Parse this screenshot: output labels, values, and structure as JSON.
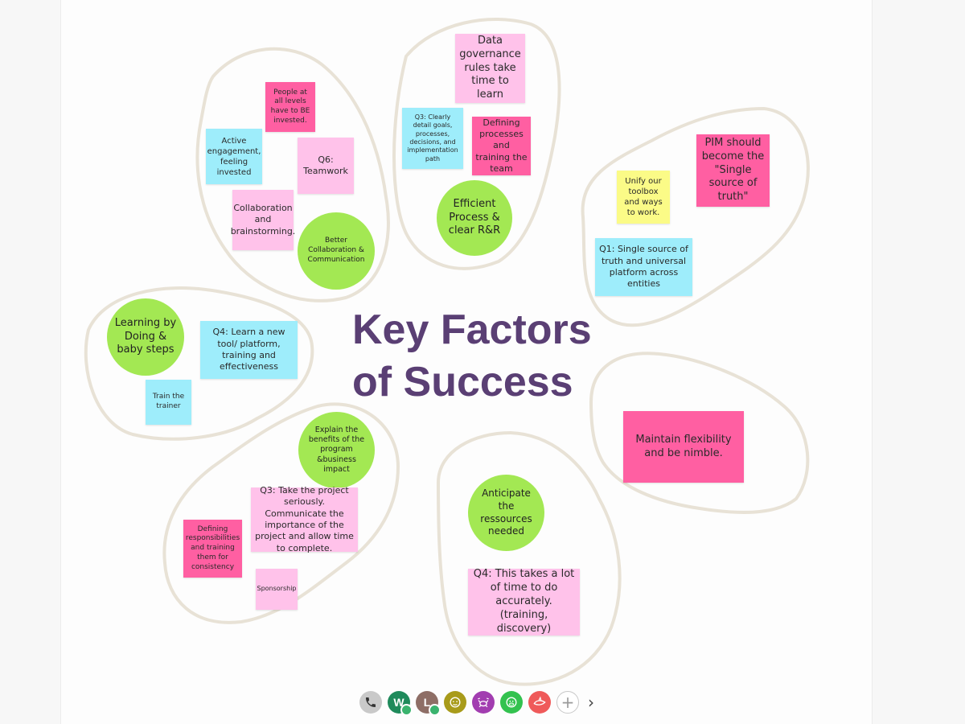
{
  "board": {
    "title_line1": "Key Factors",
    "title_line2": "of Success"
  },
  "clusters": {
    "collaboration": {
      "circle": "Better Collaboration & Communication",
      "notes": [
        "People at all levels have to BE invested.",
        "Active engagement, feeling invested",
        "Q6: Teamwork",
        "Collaboration and brainstorming."
      ]
    },
    "process": {
      "circle": "Efficient Process & clear R&R",
      "notes": [
        "Data governance rules take time to learn",
        "Q3: Clearly detail goals, processes, decisions, and implementation path",
        "Defining processes and training the team"
      ]
    },
    "truth": {
      "notes": [
        "PIM should become the \"Single source of truth\"",
        "Unify our toolbox and ways to work.",
        "Q1: Single source of truth and universal platform across entities"
      ]
    },
    "learning": {
      "circle": "Learning by Doing & baby steps",
      "notes": [
        "Q4: Learn a new tool/ platform, training and effectiveness",
        "Train the trainer"
      ]
    },
    "benefits": {
      "circle": "Explain the benefits of the program &business impact",
      "notes": [
        "Q3: Take the project seriously. Communicate the importance of the project and allow time to complete.",
        "Defining responsibilities and training them for consistency",
        "Sponsorship"
      ]
    },
    "resources": {
      "circle": "Anticipate the ressources needed",
      "notes": [
        "Q4:  This takes a lot of time to do accurately. (training, discovery)"
      ]
    },
    "flexibility": {
      "notes": [
        "Maintain flexibility and be nimble."
      ]
    }
  },
  "toolbar": {
    "avatars": [
      {
        "name": "phone-icon",
        "letter": "",
        "color": "#c9c9c9"
      },
      {
        "name": "avatar-w",
        "letter": "W",
        "color": "#1f8a5b"
      },
      {
        "name": "avatar-l",
        "letter": "L",
        "color": "#8e6e66"
      },
      {
        "name": "avatar-monkey-icon",
        "letter": "",
        "color": "#a89b1a"
      },
      {
        "name": "avatar-crab-icon",
        "letter": "",
        "color": "#a23db0"
      },
      {
        "name": "avatar-gorilla-icon",
        "letter": "",
        "color": "#33c24f"
      },
      {
        "name": "avatar-shark-icon",
        "letter": "",
        "color": "#ef5a5a"
      }
    ],
    "add_label": "+",
    "next_label": "›"
  },
  "colors": {
    "title": "#5a3f74",
    "circle": "#a3e853",
    "pink": "#ffc2ea",
    "magenta": "#ff5fa2",
    "cyan": "#9eedfb",
    "yellow": "#fbfb87",
    "outline": "#e8e2d6"
  }
}
